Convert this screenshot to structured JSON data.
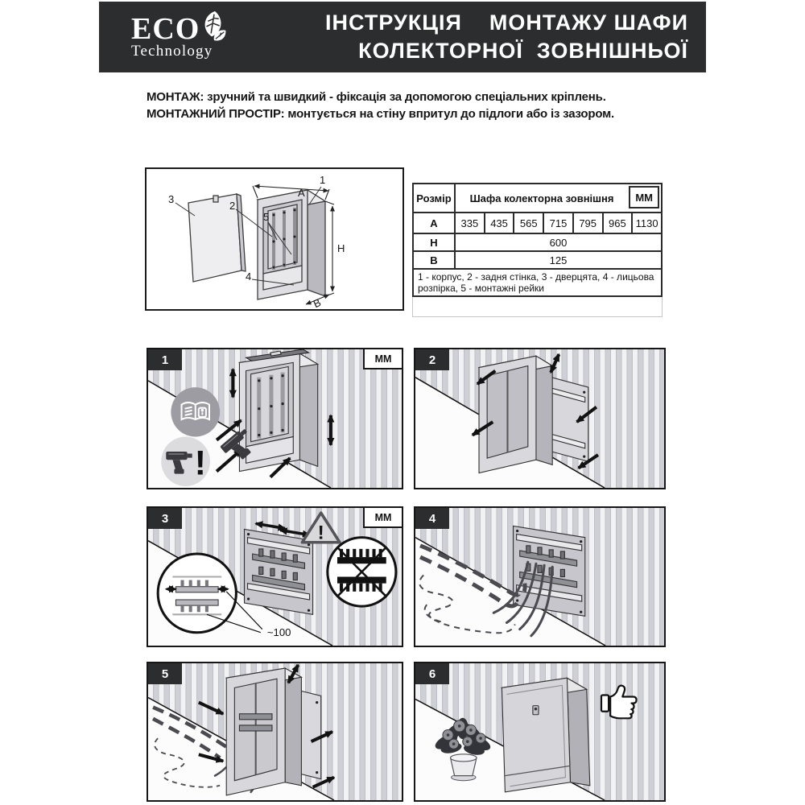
{
  "header": {
    "banner_color": "#2b2d2e",
    "logo": {
      "eco": "ECO",
      "technology": "Technology"
    },
    "title_line1": "ІНСТРУКЦІЯ    МОНТАЖУ ШАФИ",
    "title_line2": "КОЛЕКТОРНОЇ  ЗОВНІШНЬОЇ"
  },
  "intro": {
    "line1": {
      "label": "МОНТАЖ:",
      "text": " зручний та швидкий - фіксація за допомогою спеціальних кріплень."
    },
    "line2": {
      "label": "МОНТАЖНИЙ ПРОСТІР:",
      "text": " монтується на стіну впритул до підлоги або із зазором."
    }
  },
  "drawing": {
    "part_labels": {
      "p1": "1",
      "p2": "2",
      "p3": "3",
      "p4": "4",
      "p5": "5"
    },
    "dims": {
      "a": "A",
      "h": "H",
      "b": "B"
    }
  },
  "size_table": {
    "col_header": "Розмір",
    "span_header": "Шафа колекторна зовнішня",
    "unit": "ММ",
    "row_a": {
      "label": "A",
      "values": [
        "335",
        "435",
        "565",
        "715",
        "795",
        "965",
        "1130"
      ]
    },
    "row_h": {
      "label": "H",
      "value": "600"
    },
    "row_b": {
      "label": "B",
      "value": "125"
    },
    "legend": "1 - корпус, 2 - задня стінка, 3 - дверцята, 4 - лицьова розпірка, 5 - монтажні рейки"
  },
  "steps": [
    {
      "number": "1",
      "unit_badge": "ММ",
      "alert_glyph": "!"
    },
    {
      "number": "2"
    },
    {
      "number": "3",
      "unit_badge": "ММ",
      "warning_glyph": "!",
      "annotation": "~100"
    },
    {
      "number": "4"
    },
    {
      "number": "5"
    },
    {
      "number": "6"
    }
  ],
  "colors": {
    "banner": "#2b2d2e",
    "stripe_light": "#f2f2f4",
    "stripe_dark": "#c6c6cd",
    "outline": "#1a1a1a"
  }
}
